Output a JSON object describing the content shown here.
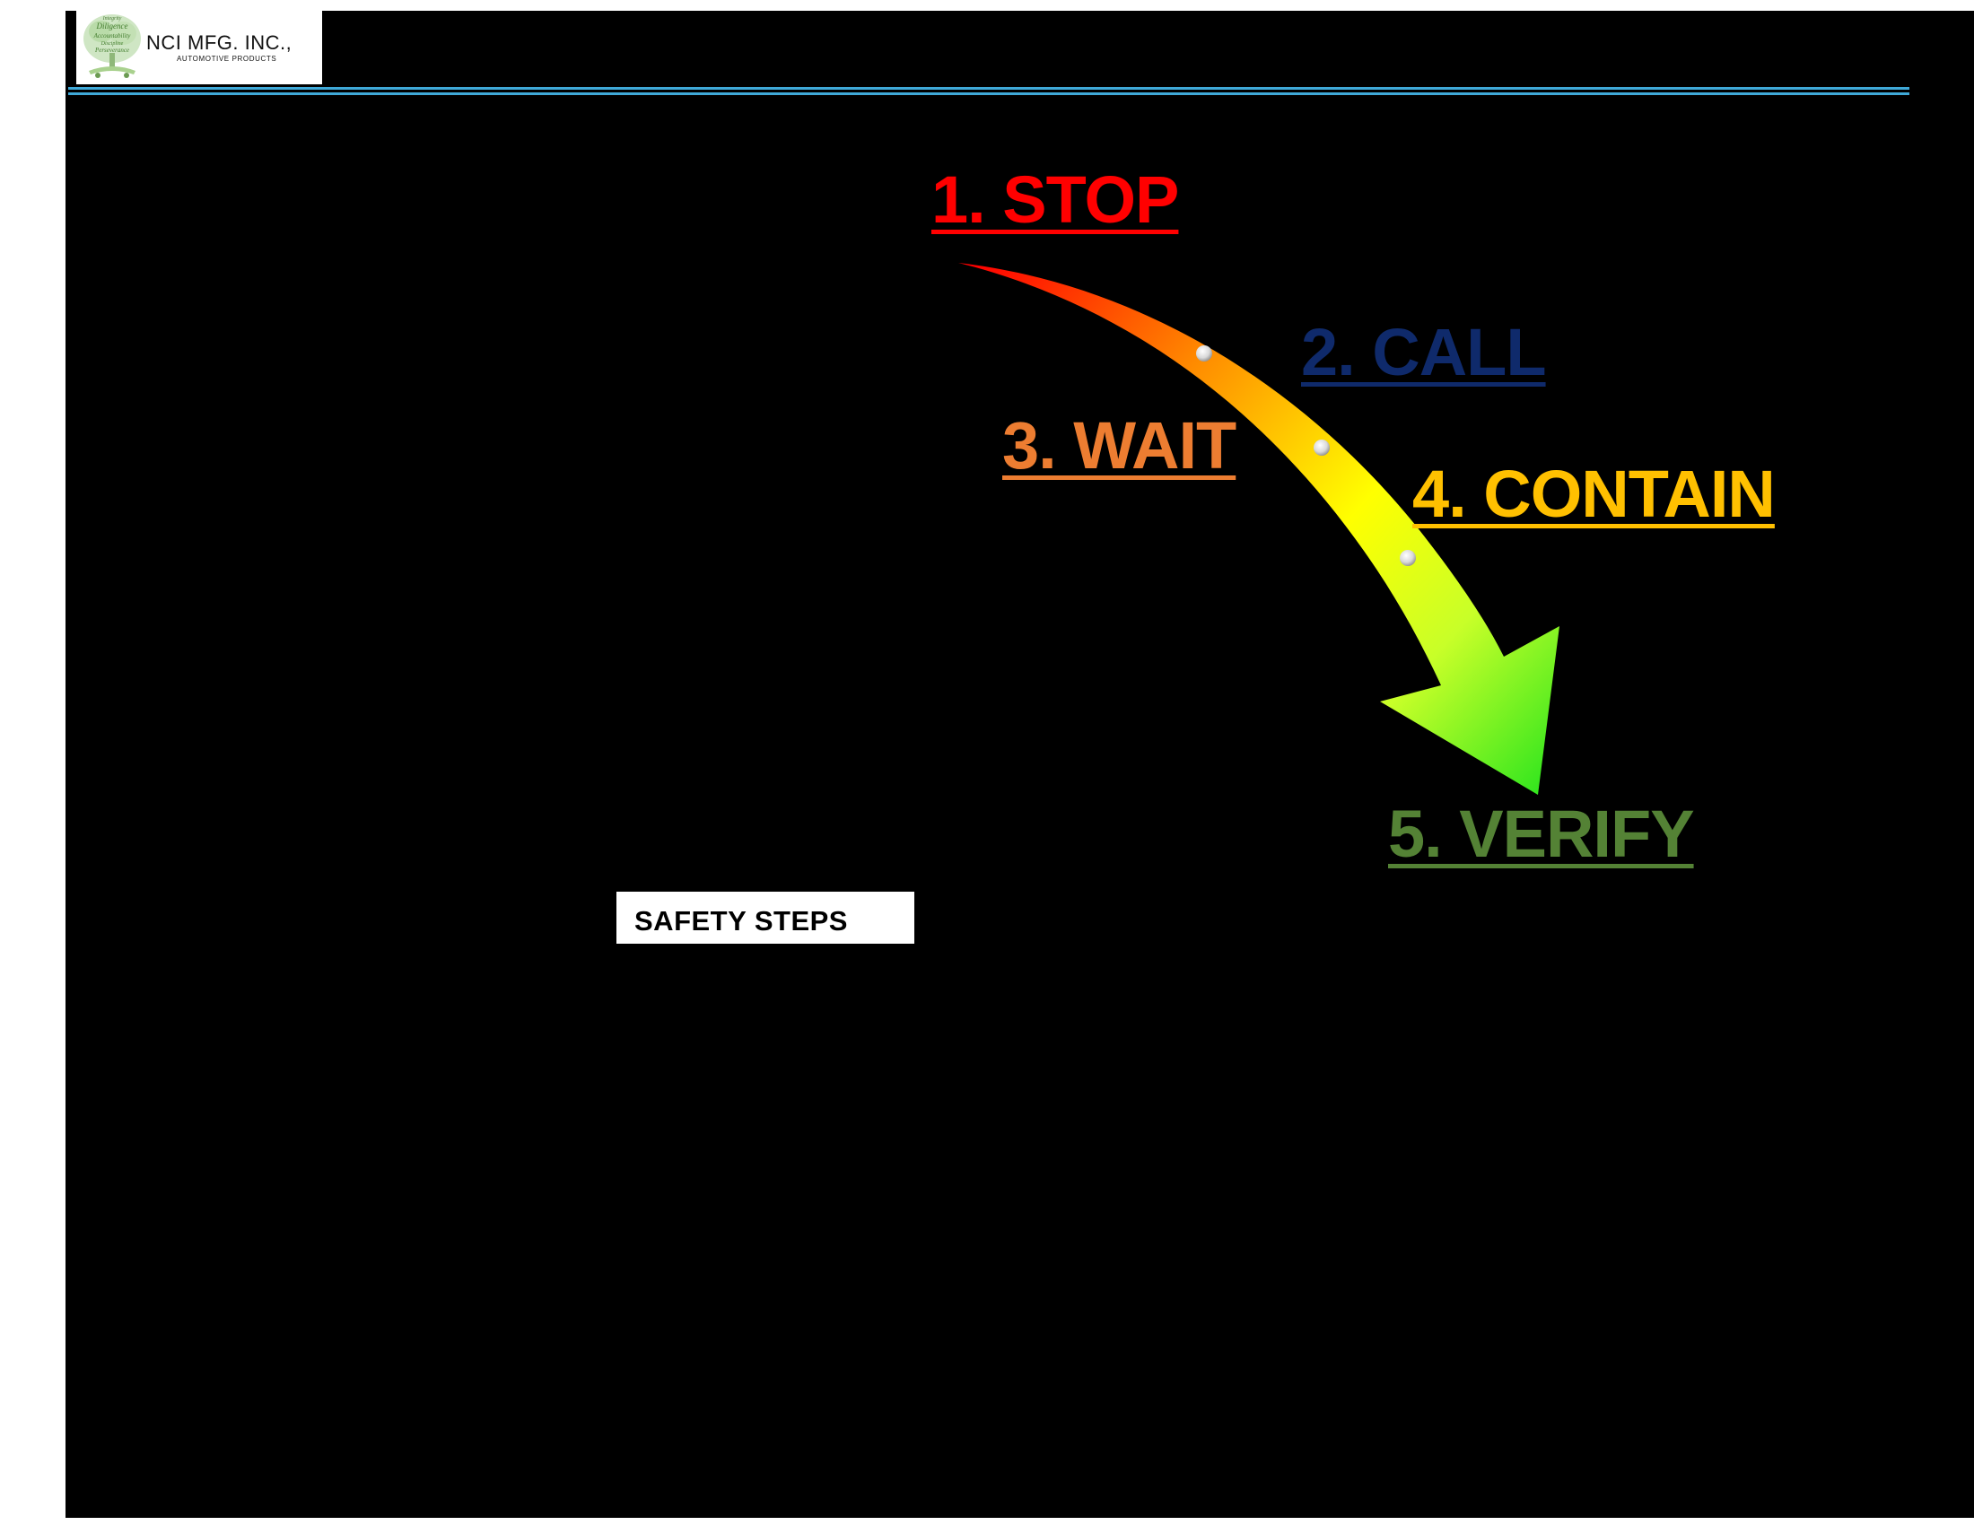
{
  "header": {
    "logo": {
      "company_name": "NCI MFG. INC.,",
      "tagline": "AUTOMOTIVE PRODUCTS",
      "tree_words": [
        "Integrity",
        "Diligence",
        "Accountability",
        "Discipline",
        "Perseverance"
      ]
    },
    "rule_color": "#3fa9d8"
  },
  "diagram": {
    "steps": [
      {
        "label": "1. STOP",
        "color": "#ff0000"
      },
      {
        "label": "2. CALL",
        "color": "#0f2a6b"
      },
      {
        "label": "3. WAIT",
        "color": "#ed7d31"
      },
      {
        "label": "4. CONTAIN",
        "color": "#ffc000"
      },
      {
        "label": "5. VERIFY",
        "color": "#548235"
      }
    ],
    "arrow_gradient": [
      "#ff0000",
      "#ff8c00",
      "#ffff00",
      "#c8ff28",
      "#32e61e"
    ]
  },
  "caption": {
    "label": "SAFETY STEPS"
  }
}
